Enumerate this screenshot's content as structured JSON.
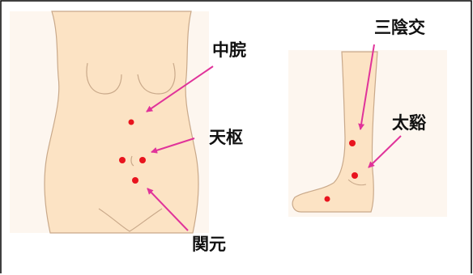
{
  "points": {
    "chuwan": "中脘",
    "tensu": "天枢",
    "kangen": "関元",
    "sanin": "三陰交",
    "taikei": "太谿"
  },
  "colors": {
    "skin": "#fce3c4",
    "outline": "#c9a98a",
    "point": "#e8141e",
    "arrow": "#e0339a",
    "border": "#000000"
  }
}
